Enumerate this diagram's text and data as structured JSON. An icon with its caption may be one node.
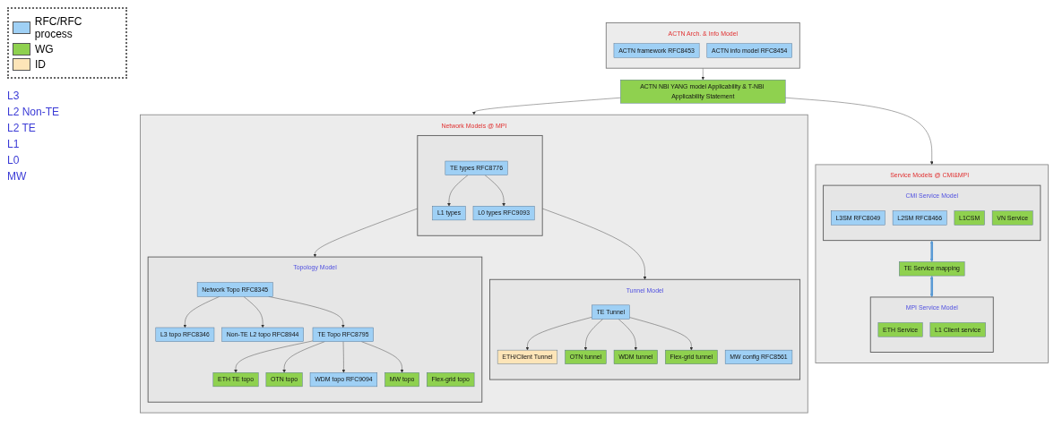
{
  "diagram": {
    "nodes": [
      {
        "text": [
          "ACTN Arch. & Info Model"
        ]
      },
      {
        "text": [
          "ACTN framework RFC8453"
        ],
        "in": 0
      },
      {
        "text": [
          "ACTN info model RFC8454"
        ],
        "in": 0
      },
      {
        "text": [
          "ACTN NBI YANG model Applicability & T-NBI Applicability Statement"
        ]
      },
      {
        "text": [
          "Network Models @ MPI"
        ]
      },
      {
        "text": [
          "Topology Model"
        ],
        "in": 4
      },
      {
        "text": [
          "Network Topo RFC8345"
        ],
        "in": 5
      },
      {
        "text": [
          "TE Topo RFC8795"
        ],
        "in": 5
      },
      {
        "text": [
          "L3 topo RFC8346"
        ],
        "in": 5
      },
      {
        "text": [
          "Non-TE L2 topo RFC8944"
        ],
        "in": 5
      },
      {
        "text": [
          "ETH TE topo"
        ],
        "in": 5
      },
      {
        "text": [
          "OTN topo"
        ],
        "in": 5
      },
      {
        "text": [
          "WDM topo RFC9094"
        ],
        "in": 5
      },
      {
        "text": [
          "Flex-grid topo"
        ],
        "in": 5
      },
      {
        "text": [
          "MW topo"
        ],
        "in": 5
      },
      {
        "text": [
          "Tunnel Model"
        ],
        "in": 4
      },
      {
        "text": [
          "TE Tunnel"
        ],
        "in": 15
      },
      {
        "text": [
          "ETH/Client Tunnel"
        ],
        "in": 15
      },
      {
        "text": [
          "OTN tunnel"
        ],
        "in": 15
      },
      {
        "text": [
          "WDM tunnel"
        ],
        "in": 15
      },
      {
        "text": [
          "Flex-grid tunnel"
        ],
        "in": 15
      },
      {
        "text": [
          "MW config RFC8561"
        ],
        "in": 15
      },
      {
        "text": [],
        "shape": "box",
        "in": 4
      },
      {
        "text": [
          "L1 types"
        ],
        "in": 22
      },
      {
        "text": [
          "L0 types RFC9093"
        ],
        "in": 22
      },
      {
        "text": [
          "TE types RFC8776"
        ],
        "in": 22
      },
      {
        "text": [
          "Service Models @ CMI&MPI"
        ]
      },
      {
        "text": [
          "CMI Service Model"
        ],
        "in": 26
      },
      {
        "text": [
          "L3SM RFC8049"
        ],
        "in": 27
      },
      {
        "text": [
          "L2SM RFC8466"
        ],
        "in": 27
      },
      {
        "text": [
          "L1CSM"
        ],
        "in": 27
      },
      {
        "text": [
          "VN Service"
        ],
        "in": 27
      },
      {
        "text": [
          "TE Service mapping"
        ],
        "in": 26
      },
      {
        "text": [
          "MPI Service Model"
        ],
        "in": 26
      },
      {
        "text": [
          "ETH Service"
        ],
        "in": 33
      },
      {
        "text": [
          "L1 Client service"
        ],
        "in": 33
      }
    ],
    "edges": [
      {
        "from": 0,
        "to": 3,
        "arrow": "to"
      },
      {
        "from": 3,
        "to": 4,
        "arrow": "to"
      },
      {
        "from": 3,
        "to": 26,
        "arrow": "to"
      },
      {
        "from": 6,
        "to": 8,
        "arrow": "to"
      },
      {
        "from": 6,
        "to": 9,
        "arrow": "to"
      },
      {
        "from": 6,
        "to": 7,
        "arrow": "to"
      },
      {
        "from": 7,
        "to": 10,
        "arrow": "to"
      },
      {
        "from": 7,
        "to": 11,
        "arrow": "to"
      },
      {
        "from": 7,
        "to": 12,
        "arrow": "to"
      },
      {
        "from": 7,
        "to": 14,
        "arrow": "to"
      },
      {
        "from": 16,
        "to": 17,
        "arrow": "to"
      },
      {
        "from": 16,
        "to": 18,
        "arrow": "to"
      },
      {
        "from": 16,
        "to": 19,
        "arrow": "to"
      },
      {
        "from": 16,
        "to": 20,
        "arrow": "to"
      },
      {
        "from": 22,
        "to": 5,
        "arrow": "to"
      },
      {
        "from": 22,
        "to": 15,
        "arrow": "to"
      },
      {
        "from": 25,
        "to": 23,
        "arrow": "to"
      },
      {
        "from": 25,
        "to": 24,
        "arrow": "to"
      },
      {
        "from": 27,
        "to": 32,
        "arrow": "both",
        "style": "thick",
        "color": "#5b9bd5"
      },
      {
        "from": 32,
        "to": 33,
        "arrow": "both",
        "style": "thick",
        "color": "#5b9bd5"
      }
    ],
    "labels": [
      "L3",
      "L2 Non-TE",
      "L2 TE",
      "L1",
      "L0",
      "MW"
    ],
    "legend": [
      {
        "text": "RFC/RFC process",
        "color": "#9fd0f5"
      },
      {
        "text": "WG",
        "color": "#8fd14f"
      },
      {
        "text": "ID",
        "color": "#fde5b8"
      }
    ]
  }
}
